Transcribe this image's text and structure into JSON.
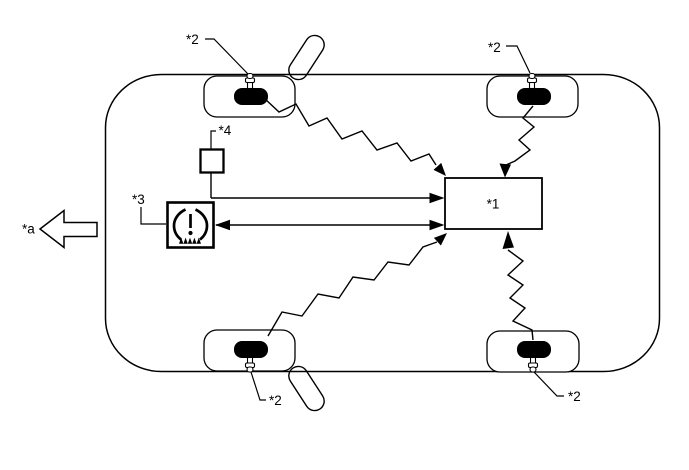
{
  "labels": {
    "ecu": "*1",
    "sensor_front_left": "*2",
    "sensor_front_right": "*2",
    "sensor_rear_left": "*2",
    "sensor_rear_right": "*2",
    "warning_light": "*3",
    "antenna": "*4",
    "front_direction": "*a"
  },
  "colors": {
    "line": "#000000",
    "background": "#ffffff",
    "tire": "#000000"
  }
}
